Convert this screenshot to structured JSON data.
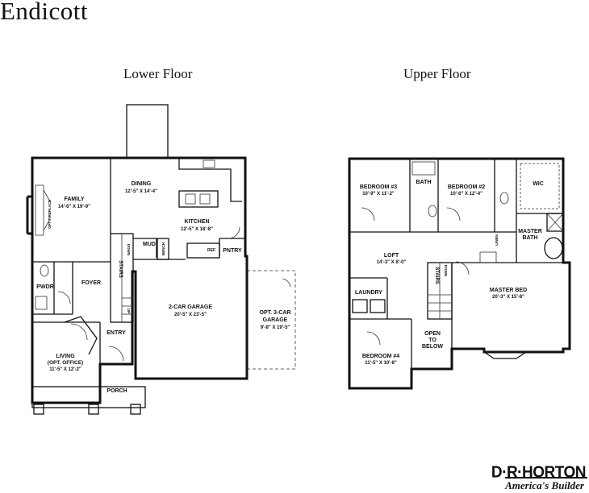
{
  "page": {
    "title": "Endicott"
  },
  "lower_floor": {
    "title": "Lower Floor",
    "rooms": {
      "family": {
        "name": "FAMILY",
        "size": "14'-6\" X 19'-9\""
      },
      "fireplace": {
        "name": "OPT FIREPLACE"
      },
      "dining": {
        "name": "DINING",
        "size": "12'-5\" X 14'-4\""
      },
      "kitchen": {
        "name": "KITCHEN",
        "size": "12'-5\" X 18'-8\""
      },
      "mud": {
        "name": "MUD"
      },
      "bench": {
        "name": "BENCH"
      },
      "ref": {
        "name": "REF"
      },
      "pantry": {
        "name": "PNTRY"
      },
      "stairs": {
        "name": "STAIRS"
      },
      "stairs_dn": {
        "name": "DOWN"
      },
      "stairs_up": {
        "name": "UP"
      },
      "powder": {
        "name": "PWDR"
      },
      "foyer": {
        "name": "FOYER"
      },
      "entry": {
        "name": "ENTRY"
      },
      "living": {
        "name": "LIVING",
        "subname": "(OPT. OFFICE)",
        "size": "11'-5\" X 12'-2\""
      },
      "garage2": {
        "name": "2-CAR GARAGE",
        "size": "20'-5\" X 23'-5\""
      },
      "garage3": {
        "name": "OPT. 3-CAR",
        "name2": "GARAGE",
        "size": "9'-8\" X 19'-5\""
      },
      "porch": {
        "name": "PORCH"
      }
    }
  },
  "upper_floor": {
    "title": "Upper Floor",
    "rooms": {
      "bedroom3": {
        "name": "BEDROOM #3",
        "size": "10'-9\" X 11'-2\""
      },
      "bath": {
        "name": "BATH"
      },
      "bedroom2": {
        "name": "BEDROOM #2",
        "size": "10'-6\" X 12'-4\""
      },
      "wic": {
        "name": "WIC"
      },
      "master_bath": {
        "name": "MASTER",
        "name2": "BATH"
      },
      "linen": {
        "name": "LINEN"
      },
      "loft": {
        "name": "LOFT",
        "size": "14'-3\" X 8'-0\""
      },
      "stairs": {
        "name": "STAIRS"
      },
      "stairs_dn": {
        "name": "DOWN"
      },
      "laundry": {
        "name": "LAUNDRY"
      },
      "master_bed": {
        "name": "MASTER BED",
        "size": "20'-3\" X 15'-8\""
      },
      "open_below": {
        "name": "OPEN",
        "name2": "TO",
        "name3": "BELOW"
      },
      "bedroom4": {
        "name": "BEDROOM #4",
        "size": "11'-5\" X 10'-6\""
      }
    }
  },
  "brand": {
    "name": "D·R·HORTON",
    "tagline": "America's Builder"
  }
}
